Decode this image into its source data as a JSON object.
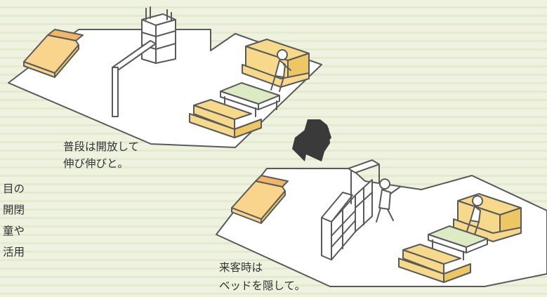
{
  "caption_open": {
    "line1": "普段は開放して",
    "line2": "伸び伸びと。"
  },
  "caption_guest": {
    "line1": "来客時は",
    "line2": "ベッドを隠して。"
  },
  "side_text": [
    "目の",
    "開閉",
    "童や",
    "活用"
  ],
  "colors": {
    "background": "#eef2df",
    "floor": "#ffffff",
    "outline": "#5a5a5a",
    "sofa": "#f7d98b",
    "sofa_dark": "#eec765",
    "bed": "#f8d48c",
    "pillow": "#f2b668",
    "table_top": "#dcebc4",
    "arrow": "#3a3a3a"
  },
  "icons": [
    "double-arrow-icon"
  ]
}
